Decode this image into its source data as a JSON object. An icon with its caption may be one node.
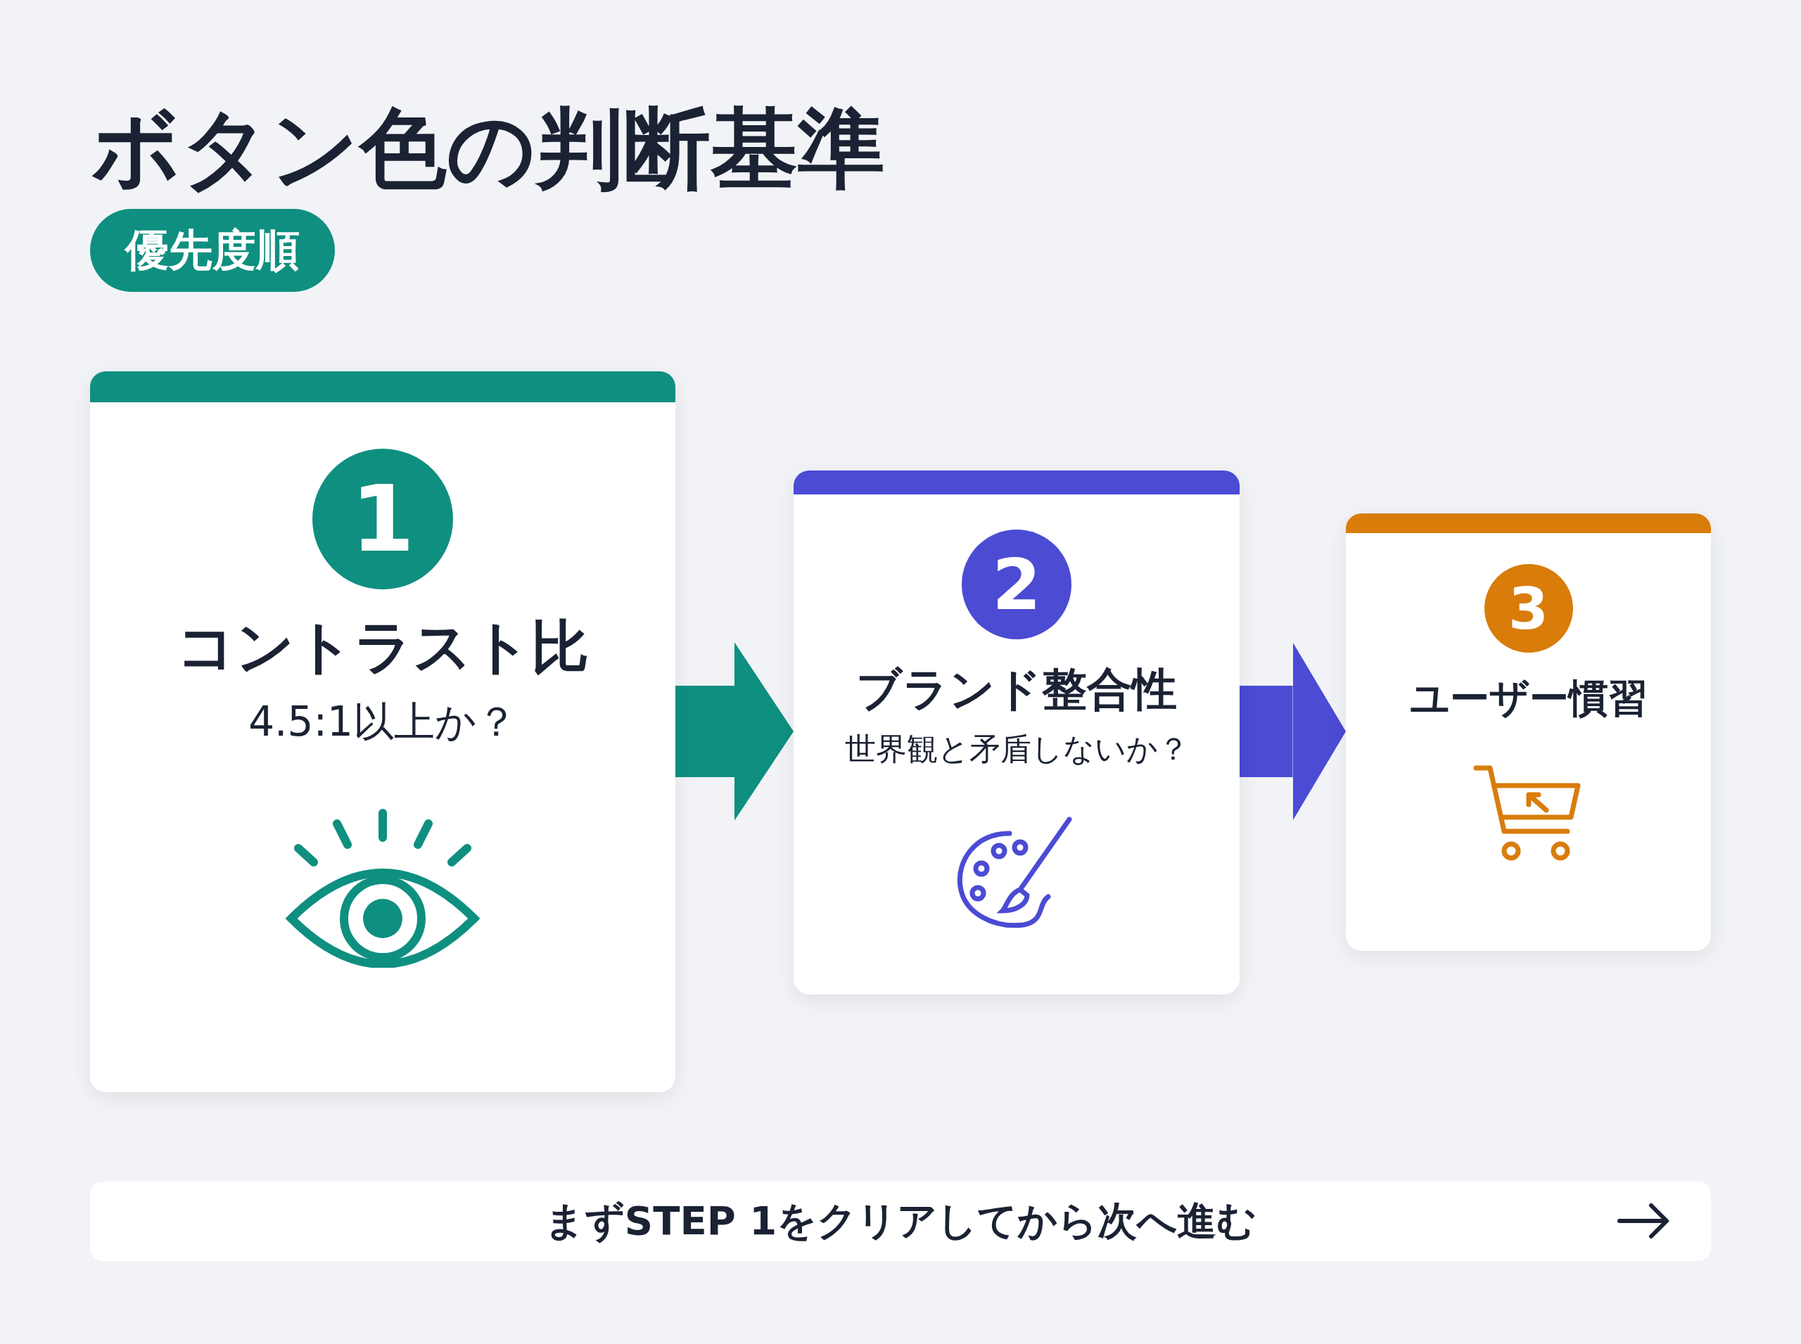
{
  "diagram": {
    "title": "ボタン色の判断基準",
    "nodes": [
      {
        "text": [
          "1",
          "コントラスト比",
          "4.5:1以上か？"
        ]
      },
      {
        "text": [
          "2",
          "ブランド整合性",
          "世界観と矛盾しないか？"
        ]
      },
      {
        "text": [
          "3",
          "ユーザー慣習"
        ]
      }
    ],
    "edges": [
      {
        "from": 0,
        "to": 1,
        "arrow": "to",
        "color": "#0f8f80"
      },
      {
        "from": 1,
        "to": 2,
        "arrow": "to",
        "color": "#4b4bd4"
      }
    ],
    "labels": [
      "優先度順",
      "まずSTEP 1をクリアしてから次へ進む"
    ]
  }
}
